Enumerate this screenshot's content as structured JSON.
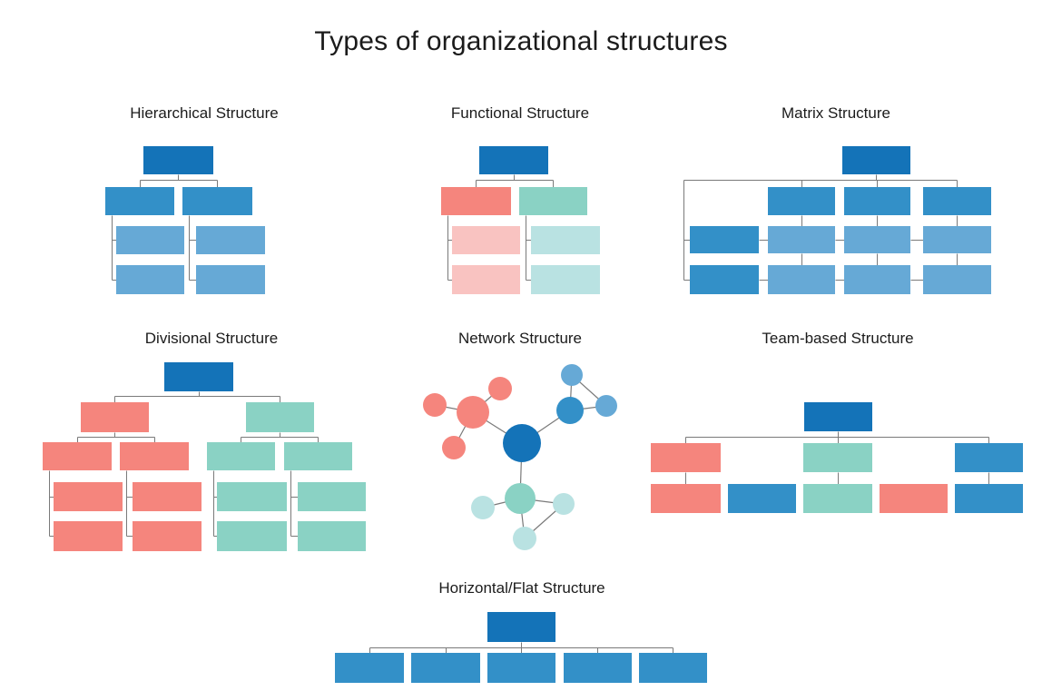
{
  "title": "Types of organizational structures",
  "colors": {
    "d": "#1473b8",
    "b": "#3390c8",
    "lb": "#66a9d6",
    "s": "#f5857d",
    "ls": "#f9c3c1",
    "t": "#8ad2c4",
    "lt": "#b9e2e2",
    "line": "#7a7a7a",
    "text": "#1b1b1b"
  },
  "diagrams": [
    {
      "id": "hierarchical",
      "label": "Hierarchical Structure",
      "boxes": [
        [
          158,
          161,
          77,
          31,
          "d"
        ],
        [
          116,
          206,
          76,
          31,
          "b"
        ],
        [
          201,
          206,
          77,
          31,
          "b"
        ],
        [
          128,
          249,
          75,
          31,
          "lb"
        ],
        [
          216,
          249,
          76,
          31,
          "lb"
        ],
        [
          128,
          292,
          75,
          32,
          "lb"
        ],
        [
          216,
          292,
          76,
          32,
          "lb"
        ]
      ],
      "lines": [
        [
          196,
          192,
          196,
          198
        ],
        [
          154,
          198,
          239,
          198
        ],
        [
          154,
          198,
          154,
          206
        ],
        [
          239,
          198,
          239,
          206
        ],
        [
          123,
          237,
          123,
          308
        ],
        [
          123,
          264,
          128,
          264
        ],
        [
          123,
          308,
          128,
          308
        ],
        [
          208,
          237,
          208,
          308
        ],
        [
          208,
          264,
          216,
          264
        ],
        [
          208,
          308,
          216,
          308
        ]
      ]
    },
    {
      "id": "functional",
      "label": "Functional Structure",
      "boxes": [
        [
          528,
          161,
          76,
          31,
          "d"
        ],
        [
          486,
          206,
          77,
          31,
          "s"
        ],
        [
          572,
          206,
          75,
          31,
          "t"
        ],
        [
          498,
          249,
          75,
          31,
          "ls"
        ],
        [
          585,
          249,
          76,
          31,
          "lt"
        ],
        [
          498,
          292,
          75,
          32,
          "ls"
        ],
        [
          585,
          292,
          76,
          32,
          "lt"
        ]
      ],
      "lines": [
        [
          566,
          192,
          566,
          198
        ],
        [
          524,
          198,
          609,
          198
        ],
        [
          524,
          198,
          524,
          206
        ],
        [
          609,
          198,
          609,
          206
        ],
        [
          493,
          237,
          493,
          308
        ],
        [
          493,
          264,
          498,
          264
        ],
        [
          493,
          308,
          498,
          308
        ],
        [
          579,
          237,
          579,
          308
        ],
        [
          579,
          264,
          585,
          264
        ],
        [
          579,
          308,
          585,
          308
        ]
      ]
    },
    {
      "id": "matrix",
      "label": "Matrix Structure",
      "boxes": [
        [
          928,
          161,
          75,
          31,
          "d"
        ],
        [
          846,
          206,
          74,
          31,
          "b"
        ],
        [
          930,
          206,
          73,
          31,
          "b"
        ],
        [
          1017,
          206,
          75,
          31,
          "b"
        ],
        [
          760,
          249,
          76,
          30,
          "b"
        ],
        [
          846,
          249,
          74,
          30,
          "lb"
        ],
        [
          930,
          249,
          73,
          30,
          "lb"
        ],
        [
          1017,
          249,
          75,
          30,
          "lb"
        ],
        [
          760,
          292,
          76,
          32,
          "b"
        ],
        [
          846,
          292,
          74,
          32,
          "lb"
        ],
        [
          930,
          292,
          73,
          32,
          "lb"
        ],
        [
          1017,
          292,
          75,
          32,
          "lb"
        ]
      ],
      "lines": [
        [
          965,
          192,
          965,
          198
        ],
        [
          753,
          198,
          1054,
          198
        ],
        [
          883,
          198,
          883,
          206
        ],
        [
          966,
          198,
          966,
          206
        ],
        [
          1054,
          198,
          1054,
          206
        ],
        [
          753,
          198,
          753,
          308
        ],
        [
          753,
          264,
          760,
          264
        ],
        [
          753,
          308,
          760,
          308
        ],
        [
          883,
          237,
          883,
          249
        ],
        [
          966,
          237,
          966,
          249
        ],
        [
          1054,
          237,
          1054,
          249
        ],
        [
          883,
          279,
          883,
          292
        ],
        [
          966,
          279,
          966,
          292
        ],
        [
          1054,
          279,
          1054,
          292
        ],
        [
          836,
          264,
          846,
          264
        ],
        [
          920,
          264,
          930,
          264
        ],
        [
          1003,
          264,
          1017,
          264
        ],
        [
          836,
          308,
          846,
          308
        ],
        [
          920,
          308,
          930,
          308
        ],
        [
          1003,
          308,
          1017,
          308
        ]
      ]
    },
    {
      "id": "divisional",
      "label": "Divisional Structure",
      "boxes": [
        [
          181,
          399,
          76,
          32,
          "d"
        ],
        [
          89,
          443,
          75,
          33,
          "s"
        ],
        [
          271,
          443,
          75,
          33,
          "t"
        ],
        [
          47,
          487,
          76,
          31,
          "s"
        ],
        [
          132,
          487,
          76,
          31,
          "s"
        ],
        [
          228,
          487,
          75,
          31,
          "t"
        ],
        [
          313,
          487,
          75,
          31,
          "t"
        ],
        [
          59,
          531,
          76,
          32,
          "s"
        ],
        [
          146,
          531,
          76,
          32,
          "s"
        ],
        [
          239,
          531,
          77,
          32,
          "t"
        ],
        [
          328,
          531,
          75,
          32,
          "t"
        ],
        [
          59,
          574,
          76,
          33,
          "s"
        ],
        [
          146,
          574,
          76,
          33,
          "s"
        ],
        [
          239,
          574,
          77,
          33,
          "t"
        ],
        [
          328,
          574,
          75,
          33,
          "t"
        ]
      ],
      "lines": [
        [
          219,
          431,
          219,
          436
        ],
        [
          126,
          436,
          308,
          436
        ],
        [
          126,
          436,
          126,
          443
        ],
        [
          308,
          436,
          308,
          443
        ],
        [
          126,
          476,
          126,
          481
        ],
        [
          85,
          481,
          170,
          481
        ],
        [
          85,
          481,
          85,
          487
        ],
        [
          170,
          481,
          170,
          487
        ],
        [
          308,
          476,
          308,
          481
        ],
        [
          265,
          481,
          350,
          481
        ],
        [
          265,
          481,
          265,
          487
        ],
        [
          350,
          481,
          350,
          487
        ],
        [
          54,
          518,
          54,
          590
        ],
        [
          54,
          547,
          59,
          547
        ],
        [
          54,
          590,
          59,
          590
        ],
        [
          139,
          518,
          139,
          590
        ],
        [
          139,
          547,
          146,
          547
        ],
        [
          139,
          590,
          146,
          590
        ],
        [
          235,
          518,
          235,
          590
        ],
        [
          235,
          547,
          239,
          547
        ],
        [
          235,
          590,
          239,
          590
        ],
        [
          320,
          518,
          320,
          590
        ],
        [
          320,
          547,
          328,
          547
        ],
        [
          320,
          590,
          328,
          590
        ]
      ]
    },
    {
      "id": "network",
      "label": "Network Structure",
      "nodes": [
        [
          575,
          488,
          21,
          "d"
        ],
        [
          521,
          454,
          18,
          "s"
        ],
        [
          479,
          446,
          13,
          "s"
        ],
        [
          551,
          428,
          13,
          "s"
        ],
        [
          500,
          493,
          13,
          "s"
        ],
        [
          628,
          452,
          15,
          "b"
        ],
        [
          630,
          413,
          12,
          "lb"
        ],
        [
          668,
          447,
          12,
          "lb"
        ],
        [
          573,
          549,
          17,
          "t"
        ],
        [
          532,
          559,
          13,
          "lt"
        ],
        [
          621,
          555,
          12,
          "lt"
        ],
        [
          578,
          593,
          13,
          "lt"
        ]
      ],
      "edges": [
        [
          0,
          1
        ],
        [
          1,
          2
        ],
        [
          1,
          3
        ],
        [
          1,
          4
        ],
        [
          0,
          5
        ],
        [
          5,
          6
        ],
        [
          5,
          7
        ],
        [
          6,
          7
        ],
        [
          0,
          8
        ],
        [
          8,
          9
        ],
        [
          8,
          10
        ],
        [
          8,
          11
        ],
        [
          10,
          11
        ]
      ]
    },
    {
      "id": "team-based",
      "label": "Team-based Structure",
      "boxes": [
        [
          886,
          443,
          75,
          32,
          "d"
        ],
        [
          717,
          488,
          77,
          32,
          "s"
        ],
        [
          885,
          488,
          76,
          32,
          "t"
        ],
        [
          1052,
          488,
          75,
          32,
          "b"
        ],
        [
          717,
          533,
          77,
          32,
          "s"
        ],
        [
          802,
          533,
          75,
          32,
          "b"
        ],
        [
          885,
          533,
          76,
          32,
          "t"
        ],
        [
          969,
          533,
          75,
          32,
          "s"
        ],
        [
          1052,
          533,
          75,
          32,
          "b"
        ]
      ],
      "lines": [
        [
          923,
          475,
          923,
          481
        ],
        [
          755,
          481,
          1089,
          481
        ],
        [
          755,
          481,
          755,
          488
        ],
        [
          923,
          481,
          923,
          488
        ],
        [
          1089,
          481,
          1089,
          488
        ],
        [
          755,
          520,
          755,
          533
        ],
        [
          923,
          520,
          923,
          533
        ],
        [
          1089,
          520,
          1089,
          533
        ]
      ]
    },
    {
      "id": "horizontal-flat",
      "label": "Horizontal/Flat Structure",
      "boxes": [
        [
          537,
          674,
          75,
          33,
          "d"
        ],
        [
          369,
          719,
          76,
          33,
          "b"
        ],
        [
          453,
          719,
          76,
          33,
          "b"
        ],
        [
          537,
          719,
          75,
          33,
          "b"
        ],
        [
          621,
          719,
          75,
          33,
          "b"
        ],
        [
          704,
          719,
          75,
          33,
          "b"
        ]
      ],
      "lines": [
        [
          574,
          707,
          574,
          713
        ],
        [
          407,
          713,
          741,
          713
        ],
        [
          407,
          713,
          407,
          719
        ],
        [
          491,
          713,
          491,
          719
        ],
        [
          574,
          713,
          574,
          719
        ],
        [
          658,
          713,
          658,
          719
        ],
        [
          741,
          713,
          741,
          719
        ]
      ]
    }
  ]
}
